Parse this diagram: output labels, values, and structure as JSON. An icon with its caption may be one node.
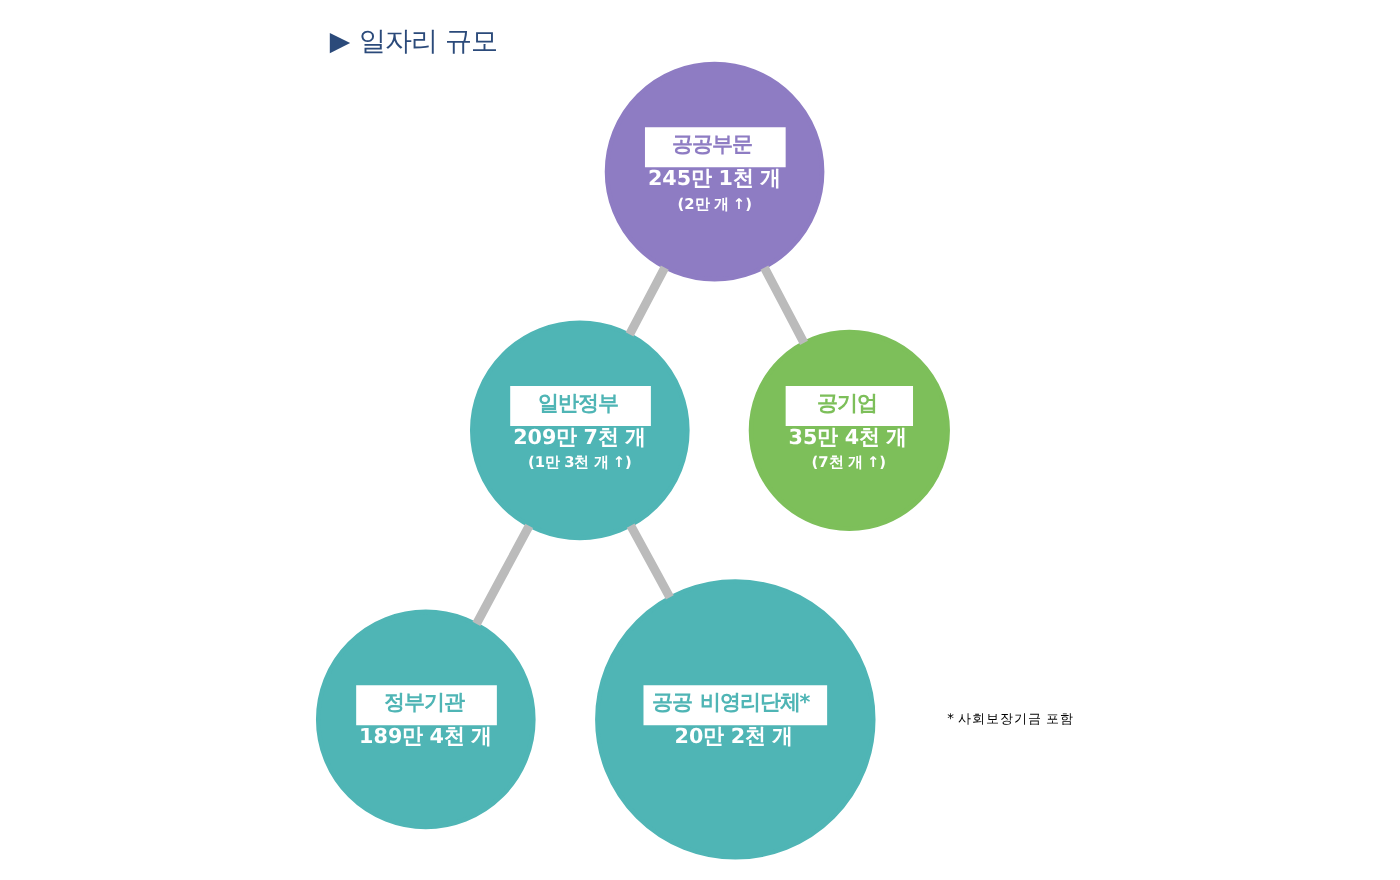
{
  "diagram": {
    "title": "▶ 일자리 규모",
    "nodes": [
      {
        "text": [
          "공공부문",
          "245만 1천 개",
          "(2만 개 ↑)"
        ]
      },
      {
        "text": [
          "일반정부",
          "209만 7천 개",
          "(1만 3천 개 ↑)"
        ]
      },
      {
        "text": [
          "공기업",
          "35만 4천 개",
          "(7천 개 ↑)"
        ]
      },
      {
        "text": [
          "정부기관",
          "189만 4천 개"
        ]
      },
      {
        "text": [
          "공공 비영리단체*",
          "20만 2천 개"
        ]
      }
    ],
    "edges": [
      {
        "from": 0,
        "to": 1,
        "arrow": "none"
      },
      {
        "from": 0,
        "to": 2,
        "arrow": "none"
      },
      {
        "from": 1,
        "to": 3,
        "arrow": "none"
      },
      {
        "from": 1,
        "to": 4,
        "arrow": "none"
      }
    ],
    "labels": [
      "* 사회보장기금 포함"
    ]
  }
}
